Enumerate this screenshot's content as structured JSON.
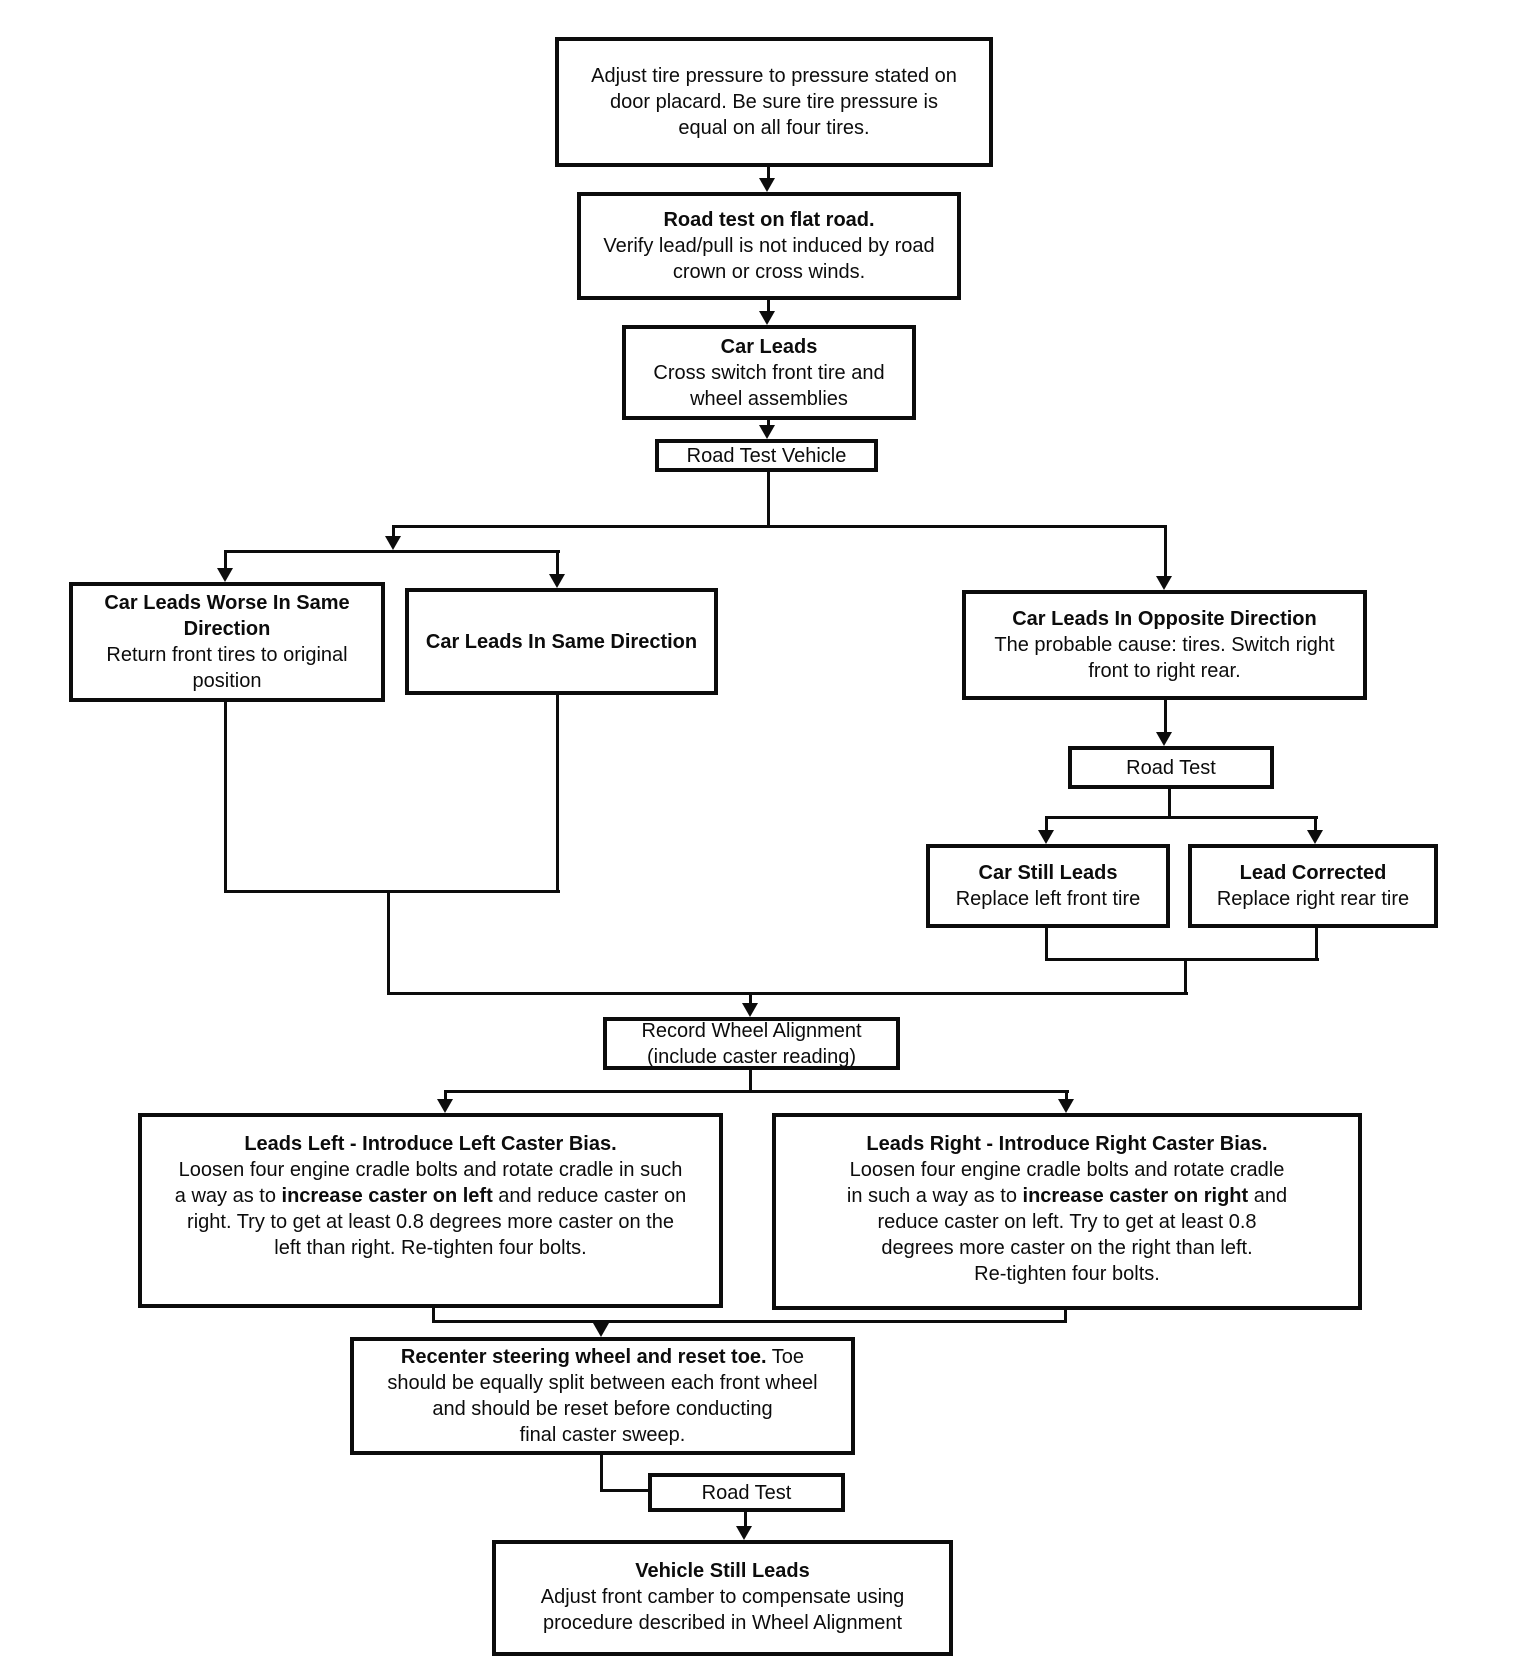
{
  "page": {
    "background_color": "#ffffff",
    "line_color": "#0c0c0c"
  },
  "diagram_type": "flowchart",
  "nodes": {
    "adjust_tire": {
      "lines": [
        [
          {
            "t": "Adjust tire pressure to pressure stated on",
            "b": false
          }
        ],
        [
          {
            "t": "door placard. Be sure tire pressure is",
            "b": false
          }
        ],
        [
          {
            "t": "equal on all four tires.",
            "b": false
          }
        ]
      ]
    },
    "road_test_flat": {
      "lines": [
        [
          {
            "t": "Road test on flat road.",
            "b": true
          }
        ],
        [
          {
            "t": "Verify lead/pull is not induced by road",
            "b": false
          }
        ],
        [
          {
            "t": "crown or cross winds.",
            "b": false
          }
        ]
      ]
    },
    "car_leads": {
      "lines": [
        [
          {
            "t": "Car Leads",
            "b": true
          }
        ],
        [
          {
            "t": "Cross switch front tire and",
            "b": false
          }
        ],
        [
          {
            "t": "wheel assemblies",
            "b": false
          }
        ]
      ]
    },
    "road_test_vehicle": {
      "lines": [
        [
          {
            "t": "Road Test Vehicle",
            "b": false
          }
        ]
      ]
    },
    "leads_worse_same": {
      "lines": [
        [
          {
            "t": "Car Leads Worse In Same",
            "b": true
          }
        ],
        [
          {
            "t": "Direction",
            "b": true
          }
        ],
        [
          {
            "t": "Return front tires to original",
            "b": false
          }
        ],
        [
          {
            "t": "position",
            "b": false
          }
        ]
      ]
    },
    "leads_same": {
      "lines": [
        [
          {
            "t": "Car Leads In Same Direction",
            "b": true
          }
        ]
      ]
    },
    "leads_opposite": {
      "lines": [
        [
          {
            "t": "Car Leads In Opposite Direction",
            "b": true
          }
        ],
        [
          {
            "t": "The probable cause: tires. Switch right",
            "b": false
          }
        ],
        [
          {
            "t": "front to right rear.",
            "b": false
          }
        ]
      ]
    },
    "road_test_1": {
      "lines": [
        [
          {
            "t": "Road Test",
            "b": false
          }
        ]
      ]
    },
    "car_still_leads": {
      "lines": [
        [
          {
            "t": "Car Still Leads",
            "b": true
          }
        ],
        [
          {
            "t": "Replace left front tire",
            "b": false
          }
        ]
      ]
    },
    "lead_corrected": {
      "lines": [
        [
          {
            "t": "Lead Corrected",
            "b": true
          }
        ],
        [
          {
            "t": "Replace right rear tire",
            "b": false
          }
        ]
      ]
    },
    "record_alignment": {
      "lines": [
        [
          {
            "t": "Record Wheel Alignment",
            "b": false
          }
        ],
        [
          {
            "t": "(include caster reading)",
            "b": false
          }
        ]
      ]
    },
    "leads_left_bias": {
      "lines": [
        [
          {
            "t": "Leads Left - Introduce Left Caster Bias.",
            "b": true
          }
        ],
        [
          {
            "t": "Loosen four engine cradle bolts and rotate cradle in such",
            "b": false
          }
        ],
        [
          {
            "t": "a way as to ",
            "b": false
          },
          {
            "t": "increase caster on left",
            "b": true
          },
          {
            "t": " and reduce caster on",
            "b": false
          }
        ],
        [
          {
            "t": "right. Try to get at least 0.8 degrees more caster on the",
            "b": false
          }
        ],
        [
          {
            "t": "left than right. Re-tighten four bolts.",
            "b": false
          }
        ]
      ]
    },
    "leads_right_bias": {
      "lines": [
        [
          {
            "t": "Leads Right - Introduce Right Caster Bias.",
            "b": true
          }
        ],
        [
          {
            "t": "Loosen four engine cradle bolts and rotate cradle",
            "b": false
          }
        ],
        [
          {
            "t": "in such a way as to ",
            "b": false
          },
          {
            "t": "increase caster on right",
            "b": true
          },
          {
            "t": " and",
            "b": false
          }
        ],
        [
          {
            "t": "reduce caster on left. Try to get at least 0.8",
            "b": false
          }
        ],
        [
          {
            "t": "degrees more caster on the right than left.",
            "b": false
          }
        ],
        [
          {
            "t": "Re-tighten four bolts.",
            "b": false
          }
        ]
      ]
    },
    "recenter_steering": {
      "lines": [
        [
          {
            "t": "Recenter steering wheel and reset toe.",
            "b": true
          },
          {
            "t": " Toe",
            "b": false
          }
        ],
        [
          {
            "t": "should be equally split between each front wheel",
            "b": false
          }
        ],
        [
          {
            "t": "and should be reset before conducting",
            "b": false
          }
        ],
        [
          {
            "t": "final caster sweep.",
            "b": false
          }
        ]
      ]
    },
    "road_test_2": {
      "lines": [
        [
          {
            "t": "Road Test",
            "b": false
          }
        ]
      ]
    },
    "vehicle_still_leads": {
      "lines": [
        [
          {
            "t": "Vehicle Still Leads",
            "b": true
          }
        ],
        [
          {
            "t": "Adjust front camber to compensate using",
            "b": false
          }
        ],
        [
          {
            "t": "procedure described in Wheel Alignment",
            "b": false
          }
        ]
      ]
    }
  }
}
